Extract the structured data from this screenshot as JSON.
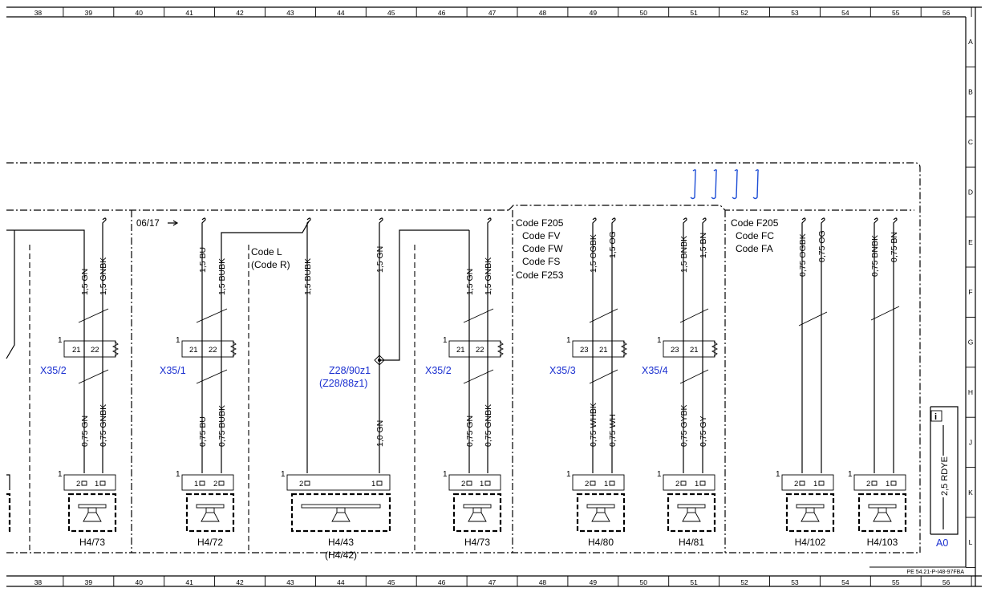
{
  "columns": [
    "38",
    "39",
    "40",
    "41",
    "42",
    "43",
    "44",
    "45",
    "46",
    "47",
    "48",
    "49",
    "50",
    "51",
    "52",
    "53",
    "54",
    "55",
    "56"
  ],
  "rows": [
    "A",
    "B",
    "C",
    "D",
    "E",
    "F",
    "G",
    "H",
    "J",
    "K",
    "L"
  ],
  "drawing_id": "PE 54.21-P-I48-97FBA",
  "side_box": {
    "wire": "2,5 RDYE",
    "label": "A0",
    "info_icon": "i"
  },
  "note_date": "06/17",
  "codes_left": {
    "a": "Code L",
    "b": "(Code R)"
  },
  "codes_mid": [
    "Code F205",
    "Code FV",
    "Code FW",
    "Code FS",
    "Code F253"
  ],
  "codes_right": [
    "Code F205",
    "Code FC",
    "Code FA"
  ],
  "connectors": {
    "x35_2": "X35/2",
    "x35_1": "X35/1",
    "x35_2b": "X35/2",
    "x35_3": "X35/3",
    "x35_4": "X35/4",
    "z28": "Z28/90z1",
    "z28b": "(Z28/88z1)"
  },
  "pins": {
    "p1": "1",
    "p2": "2",
    "p21": "21",
    "p22": "22",
    "p23": "23"
  },
  "wires": {
    "w1a": "1,5 GN",
    "w1b": "1,5 GNBK",
    "w1c": "0,75 GN",
    "w1d": "0,75 GNBK",
    "w2a": "1,5 BU",
    "w2b": "1,5 BUBK",
    "w2c": "0,75 BU",
    "w2d": "0,75 BUBK",
    "w3a": "1,5 BUBK",
    "w3b": "1,5 GN",
    "w3c": "1,0 GN",
    "w4a": "1,5 GN",
    "w4b": "1,5 GNBK",
    "w4c": "0,75 GN",
    "w4d": "0,75 GNBK",
    "w5a": "1,5 OGBK",
    "w5b": "1,5 OG",
    "w5c": "0,75 WHBK",
    "w5d": "0,75 WH",
    "w6a": "1,5 BNBK",
    "w6b": "1,5 BN",
    "w6c": "0,75 GYBK",
    "w6d": "0,75 GY",
    "w7a": "0,75 OGBK",
    "w7b": "0,75 OG",
    "w8a": "0,75 BNBK",
    "w8b": "0,75 BN"
  },
  "speakers": {
    "s1": "H4/73",
    "s2": "H4/72",
    "s3": "H4/43",
    "s3b": "(H4/42)",
    "s4": "H4/73",
    "s5": "H4/80",
    "s6": "H4/81",
    "s7": "H4/102",
    "s8": "H4/103"
  },
  "colors": {
    "line": "#000000",
    "label_blue": "#1a2fd0",
    "bus_blue": "#1f4fd6"
  }
}
